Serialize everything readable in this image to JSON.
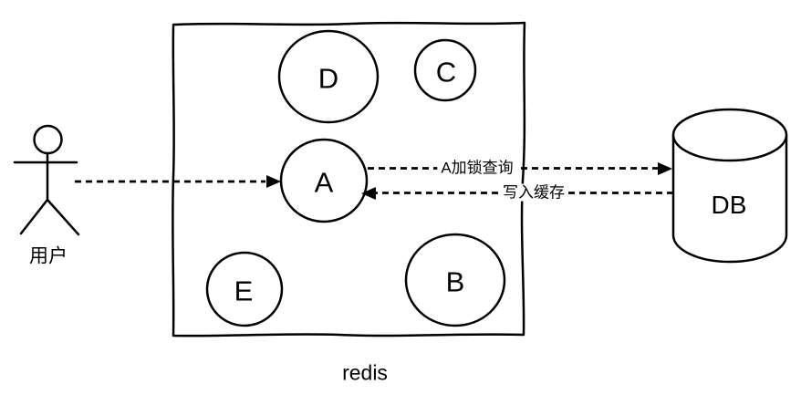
{
  "diagram": {
    "actor": {
      "shape": "stick-figure",
      "label": "用户"
    },
    "redis_box": {
      "label": "redis",
      "nodes": [
        {
          "id": "D",
          "label": "D"
        },
        {
          "id": "C",
          "label": "C"
        },
        {
          "id": "A",
          "label": "A"
        },
        {
          "id": "E",
          "label": "E"
        },
        {
          "id": "B",
          "label": "B"
        }
      ]
    },
    "database": {
      "shape": "cylinder",
      "label": "DB"
    },
    "arrows": [
      {
        "from": "用户",
        "to": "A",
        "style": "dashed",
        "label": ""
      },
      {
        "from": "A",
        "to": "DB",
        "style": "dashed",
        "label": "A加锁查询"
      },
      {
        "from": "DB",
        "to": "A",
        "style": "dashed",
        "label": "写入缓存"
      }
    ],
    "colors": {
      "stroke": "#000000",
      "background": "#ffffff"
    }
  }
}
